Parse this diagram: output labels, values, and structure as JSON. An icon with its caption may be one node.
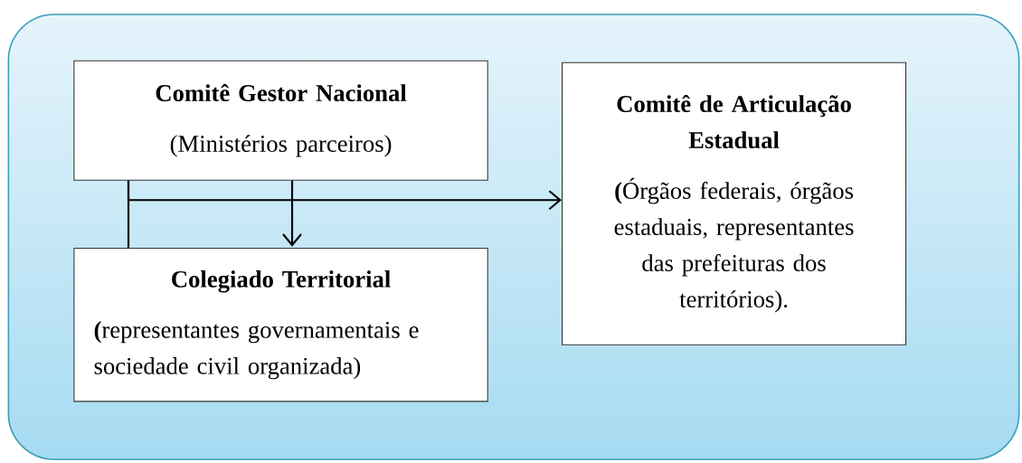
{
  "diagram": {
    "nodes": [
      {
        "text": [],
        "shape": "box"
      },
      {
        "text": [
          "Comitê Gestor Nacional",
          "(Ministérios parceiros)"
        ],
        "in": 0
      },
      {
        "text": [
          "Comitê de Articulação Estadual",
          "**(**Órgãos federais, órgãos estaduais, representantes das prefeituras dos territórios)."
        ],
        "in": 0
      },
      {
        "text": [
          "Colegiado Territorial",
          "**(**representantes governamentais e sociedade civil organizada)"
        ],
        "in": 0
      }
    ],
    "edges": [
      {
        "from": 1,
        "to": 3,
        "arrow": "none"
      },
      {
        "from": 1,
        "to": 2,
        "arrow": "to"
      },
      {
        "from": 1,
        "to": 3,
        "arrow": "to"
      }
    ]
  }
}
